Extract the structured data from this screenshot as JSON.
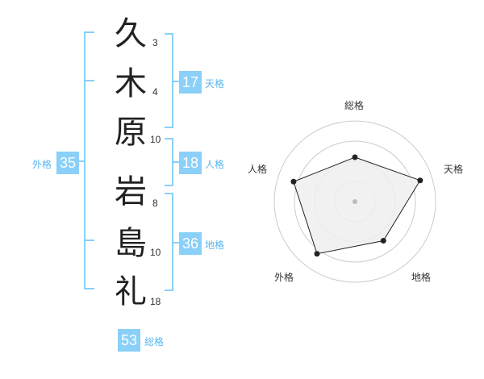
{
  "name": {
    "chars": [
      {
        "char": "久",
        "strokes": "3"
      },
      {
        "char": "木",
        "strokes": "4"
      },
      {
        "char": "原",
        "strokes": "10"
      },
      {
        "char": "岩",
        "strokes": "8"
      },
      {
        "char": "島",
        "strokes": "10"
      },
      {
        "char": "礼",
        "strokes": "18"
      }
    ]
  },
  "fortunes": {
    "tenkaku": {
      "value": "17",
      "label": "天格"
    },
    "jinkaku": {
      "value": "18",
      "label": "人格"
    },
    "chikaku": {
      "value": "36",
      "label": "地格"
    },
    "gaikaku": {
      "value": "35",
      "label": "外格"
    },
    "soukaku": {
      "value": "53",
      "label": "総格"
    }
  },
  "chart_data": {
    "type": "radar",
    "axes": [
      "総格",
      "天格",
      "地格",
      "外格",
      "人格"
    ],
    "values": [
      0.55,
      0.85,
      0.6,
      0.8,
      0.8
    ],
    "max": 1,
    "colors": {
      "accent": "#8ad0f8",
      "fortune_text": "#5ab6ef",
      "fill": "#eeeeee",
      "line": "#222222",
      "ring": "#cccccc"
    }
  }
}
